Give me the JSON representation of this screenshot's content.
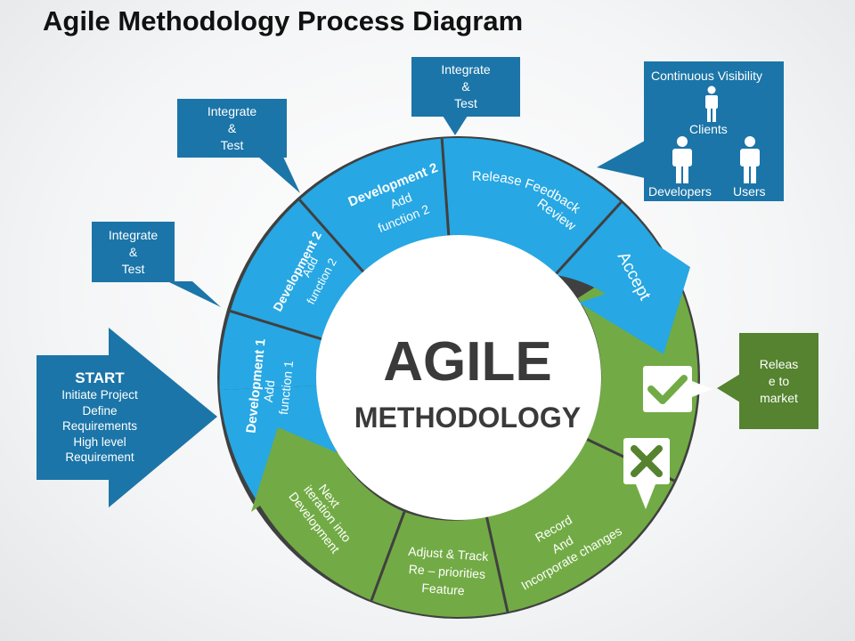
{
  "title": "Agile Methodology Process Diagram",
  "center": {
    "line1": "AGILE",
    "line2": "METHODOLOGY"
  },
  "start": {
    "title": "START",
    "lines": [
      "Initiate Project",
      "Define",
      "Requirements",
      "High level",
      "Requirement"
    ]
  },
  "callouts": {
    "integrate_1": [
      "Integrate",
      "&",
      "Test"
    ],
    "integrate_2": [
      "Integrate",
      "&",
      "Test"
    ],
    "integrate_3": [
      "Integrate",
      "&",
      "Test"
    ]
  },
  "visibility": {
    "heading": "Continuous  Visibility",
    "clients": "Clients",
    "developers": "Developers",
    "users": "Users"
  },
  "release_box": [
    "Releas",
    "e to",
    "market"
  ],
  "segments": {
    "dev1": {
      "title": "Development 1",
      "line1": "Add",
      "line2": "function 1"
    },
    "dev2a": {
      "title": "Development 2",
      "line1": "Add",
      "line2": "function 2"
    },
    "dev2b": {
      "title": "Development 2",
      "line1": "Add",
      "line2": "function 2"
    },
    "release": {
      "line1": "Release  Feedback",
      "line2": "Review"
    },
    "accept": "Accept",
    "record": {
      "line1": "Record",
      "line2": "And",
      "line3": "Incorporate changes"
    },
    "adjust": {
      "line1": "Adjust & Track",
      "line2": "Re – priorities",
      "line3": "Feature"
    },
    "next": {
      "line1": "Next",
      "line2": "iteration into",
      "line3": "Development"
    }
  },
  "icons": {
    "approve": "check-icon",
    "reject": "cross-icon",
    "person": "person-icon"
  },
  "colors": {
    "blue_light": "#27a7e3",
    "blue_dark": "#1b75a8",
    "green": "#72ab45",
    "green_dark": "#55832f",
    "ring": "#404040",
    "center_text": "#3a3a3a"
  }
}
